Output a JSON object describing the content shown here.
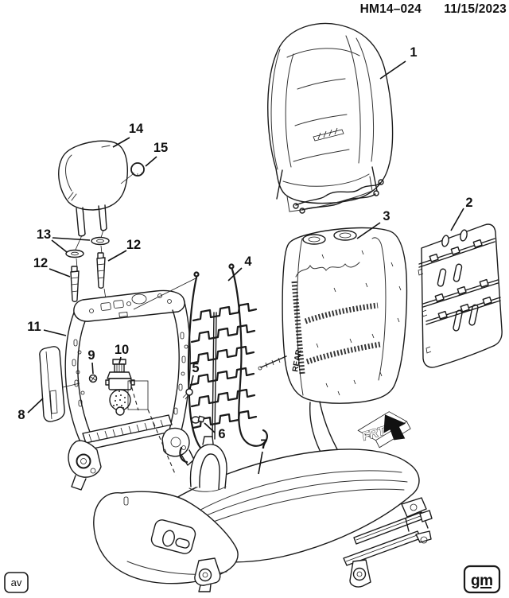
{
  "header": {
    "code": "HM14–024",
    "date": "11/15/2023"
  },
  "callouts": {
    "c1": "1",
    "c2": "2",
    "c3": "3",
    "c4": "4",
    "c5": "5",
    "c6": "6",
    "c7": "7",
    "c8": "8",
    "c9": "9",
    "c10": "10",
    "c11": "11",
    "c12_right": "12",
    "c12_left": "12",
    "c13": "13",
    "c14": "14",
    "c15": "15"
  },
  "annotations": {
    "front_direction": "FRT",
    "pad_marking": "REAR"
  },
  "footer": {
    "page_tag": "av",
    "brand_logo": "gm"
  }
}
